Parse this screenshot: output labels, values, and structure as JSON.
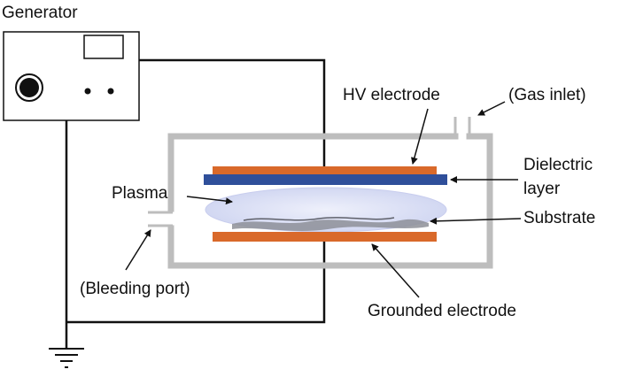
{
  "labels": {
    "generator": "Generator",
    "hv_electrode": "HV electrode",
    "gas_inlet": "(Gas inlet)",
    "dielectric_line1": "Dielectric",
    "dielectric_line2": "layer",
    "plasma": "Plasma",
    "substrate": "Substrate",
    "bleeding_port": "(Bleeding port)",
    "grounded_electrode": "Grounded electrode"
  },
  "colors": {
    "wire": "#111111",
    "chamber_wall": "#bdbdbd",
    "electrode": "#d9692a",
    "dielectric": "#2f4f9a",
    "plasma": "#dfe3f7",
    "substrate": "#8d8f98"
  }
}
